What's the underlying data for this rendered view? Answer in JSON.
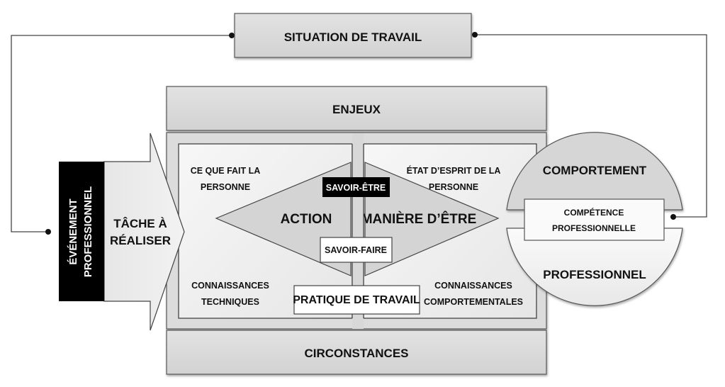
{
  "diagram": {
    "situation": "SITUATION DE TRAVAIL",
    "enjeux": "ENJEUX",
    "circonstances": "CIRCONSTANCES",
    "evenement": {
      "line1": "ÉVÉNEMENT",
      "line2": "PROFESSIONNEL"
    },
    "tache": {
      "line1": "TÂCHE À",
      "line2": "RÉALISER"
    },
    "left_panel": {
      "top": {
        "line1": "CE QUE FAIT LA",
        "line2": "PERSONNE"
      },
      "bottom": {
        "line1": "CONNAISSANCES",
        "line2": "TECHNIQUES"
      },
      "action": "ACTION"
    },
    "right_panel": {
      "top": {
        "line1": "ÉTAT D’ESPRIT DE LA",
        "line2": "PERSONNE"
      },
      "bottom": {
        "line1": "CONNAISSANCES",
        "line2": "COMPORTEMENTALES"
      },
      "maniere": "MANIÈRE D’ÊTRE"
    },
    "savoir_etre": "SAVOIR-ÊTRE",
    "savoir_faire": "SAVOIR-FAIRE",
    "pratique": "PRATIQUE DE TRAVAIL",
    "circle": {
      "top": "COMPORTEMENT",
      "bottom": "PROFESSIONNEL",
      "center": {
        "line1": "COMPÉTENCE",
        "line2": "PROFESSIONNELLE"
      }
    }
  }
}
